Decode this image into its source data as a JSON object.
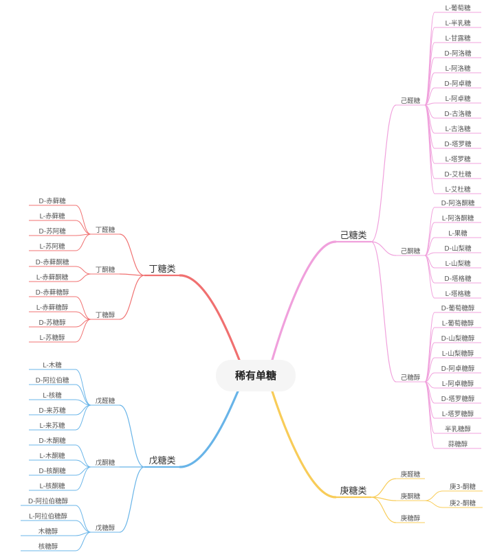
{
  "root": "稀有单糖",
  "colors": {
    "ding": "#f07070",
    "wu": "#68b4e8",
    "ji": "#f0a0dc",
    "geng": "#f8cc58",
    "root_bg": "#f5f5f5"
  },
  "branches": {
    "ding": {
      "label": "丁糖类",
      "groups": [
        {
          "label": "丁醛糖",
          "leaves": [
            "D-赤藓糖",
            "L-赤藓糖",
            "D-苏阿糖",
            "L-苏阿糖"
          ]
        },
        {
          "label": "丁酮糖",
          "leaves": [
            "D-赤藓酮糖",
            "L-赤藓酮糖"
          ]
        },
        {
          "label": "丁糖醇",
          "leaves": [
            "D-赤藓糖醇",
            "L-赤藓糖醇",
            "D-苏糖醇",
            "L-苏糖醇"
          ]
        }
      ]
    },
    "wu": {
      "label": "戊糖类",
      "groups": [
        {
          "label": "戊醛糖",
          "leaves": [
            "L-木糖",
            "D-阿拉伯糖",
            "L-核糖",
            "D-来苏糖",
            "L-来苏糖"
          ]
        },
        {
          "label": "戊酮糖",
          "leaves": [
            "D-木酮糖",
            "L-木酮糖",
            "D-核酮糖",
            "L-核酮糖"
          ]
        },
        {
          "label": "戊糖醇",
          "leaves": [
            "D-阿拉伯糖醇",
            "L-阿拉伯糖醇",
            "木糖醇",
            "核糖醇"
          ]
        }
      ]
    },
    "ji": {
      "label": "己糖类",
      "groups": [
        {
          "label": "己醛糖",
          "leaves": [
            "L-葡萄糖",
            "L-半乳糖",
            "L-甘露糖",
            "D-阿洛糖",
            "L-阿洛糖",
            "D-阿卓糖",
            "L-阿卓糖",
            "D-古洛糖",
            "L-古洛糖",
            "D-塔罗糖",
            "L-塔罗糖",
            "D-艾杜糖",
            "L-艾杜糖"
          ]
        },
        {
          "label": "己酮糖",
          "leaves": [
            "D-阿洛酮糖",
            "L-阿洛酮糖",
            "L-果糖",
            "D-山梨糖",
            "L-山梨糖",
            "D-塔格糖",
            "L-塔格糖"
          ]
        },
        {
          "label": "己糖醇",
          "leaves": [
            "D-葡萄糖醇",
            "L-葡萄糖醇",
            "D-山梨糖醇",
            "L-山梨糖醇",
            "D-阿卓糖醇",
            "L-阿卓糖醇",
            "D-塔罗糖醇",
            "L-塔罗糖醇",
            "半乳糖醇",
            "蒜糖醇"
          ]
        }
      ]
    },
    "geng": {
      "label": "庚糖类",
      "groups": [
        {
          "label": "庚醛糖",
          "leaves": []
        },
        {
          "label": "庚酮糖",
          "leaves": [
            "庚3-酮糖",
            "庚2-酮糖"
          ]
        },
        {
          "label": "庚糖醇",
          "leaves": []
        }
      ]
    }
  }
}
